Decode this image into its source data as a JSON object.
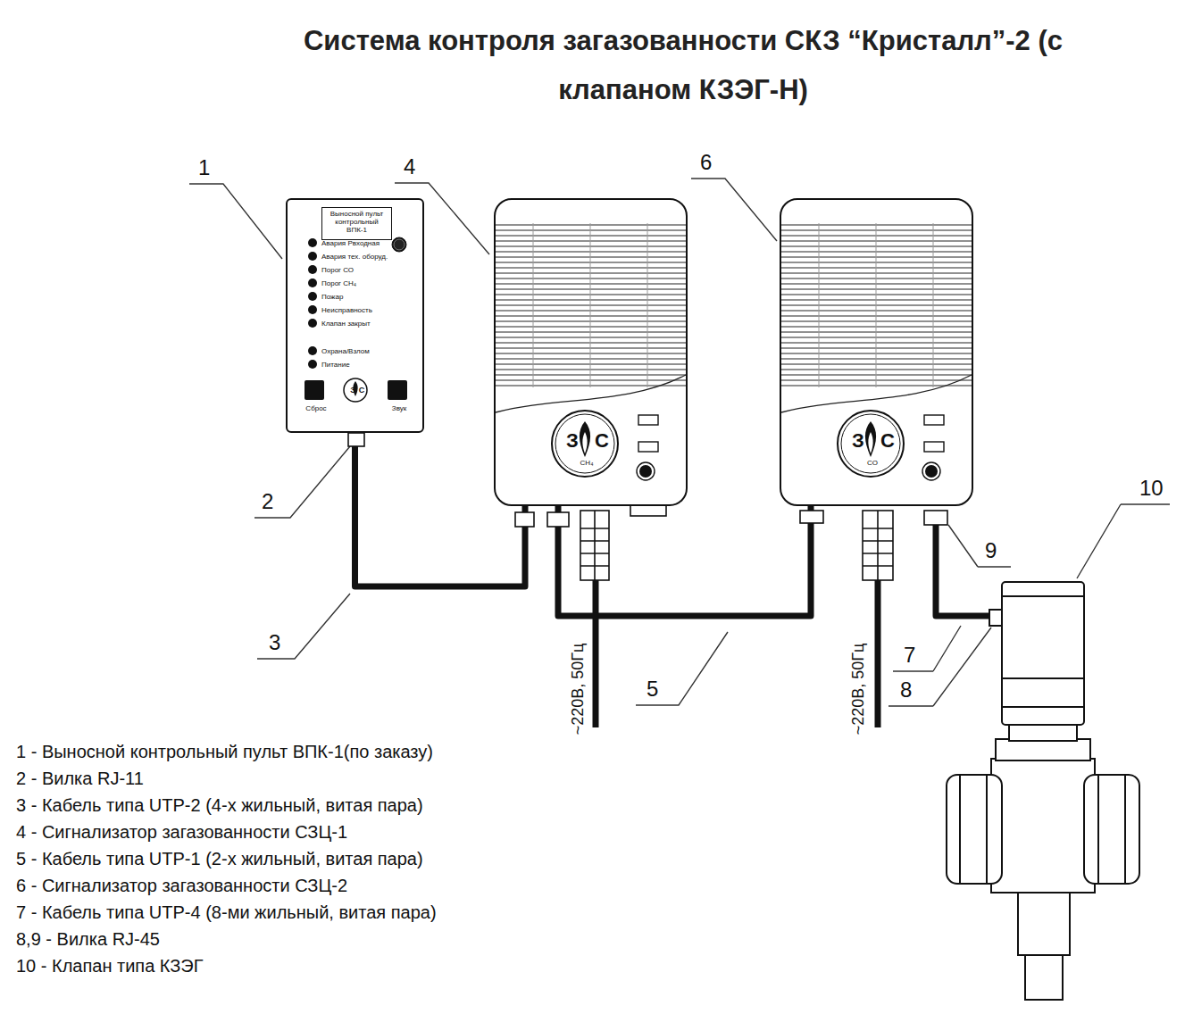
{
  "diagram": {
    "title": "Система контроля загазованности СКЗ “Кристалл”-2 (с клапаном КЗЭГ-Н)",
    "nodes": [
      {
        "text": [
          "Авария Рвходная",
          "Авария тех. оборуд.",
          "Порог СО",
          "Порог СН₄",
          "Пожар",
          "Неисправность",
          "Клапан закрыт",
          "Охрана/Взлом",
          "Питание",
          "Сброс",
          "Звук",
          "З",
          "С"
        ]
      },
      {
        "text": [
          "Выносной пульт контрольный ВПК-1"
        ],
        "in": 0
      },
      {
        "text": [
          "З",
          "С",
          "СН₄"
        ]
      },
      {
        "text": [
          "З",
          "С",
          "СО"
        ]
      }
    ],
    "edges": [
      {
        "from": 0,
        "to": 2,
        "arrow": "none"
      },
      {
        "from": 2,
        "to": 3,
        "arrow": "none"
      }
    ],
    "labels": [
      "1",
      "4",
      "6",
      "2",
      "9",
      "10",
      "3",
      "7",
      "5",
      "8",
      "~220В, 50Гц",
      "~220В, 50Гц",
      "1 - Выносной контрольный пульт ВПК-1(по заказу)",
      "2 - Вилка RJ-11",
      "3 - Кабель типа UTP-2 (4-х жильный, витая пара)",
      "4 - Сигнализатор загазованности СЗЦ-1",
      "5 - Кабель типа UTP-1 (2-х жильный, витая пара)",
      "6 - Сигнализатор загазованности СЗЦ-2",
      "7 - Кабель типа UTP-4 (8-ми жильный, витая пара)",
      "8,9 - Вилка RJ-45",
      "10 - Клапан типа КЗЭГ"
    ]
  }
}
